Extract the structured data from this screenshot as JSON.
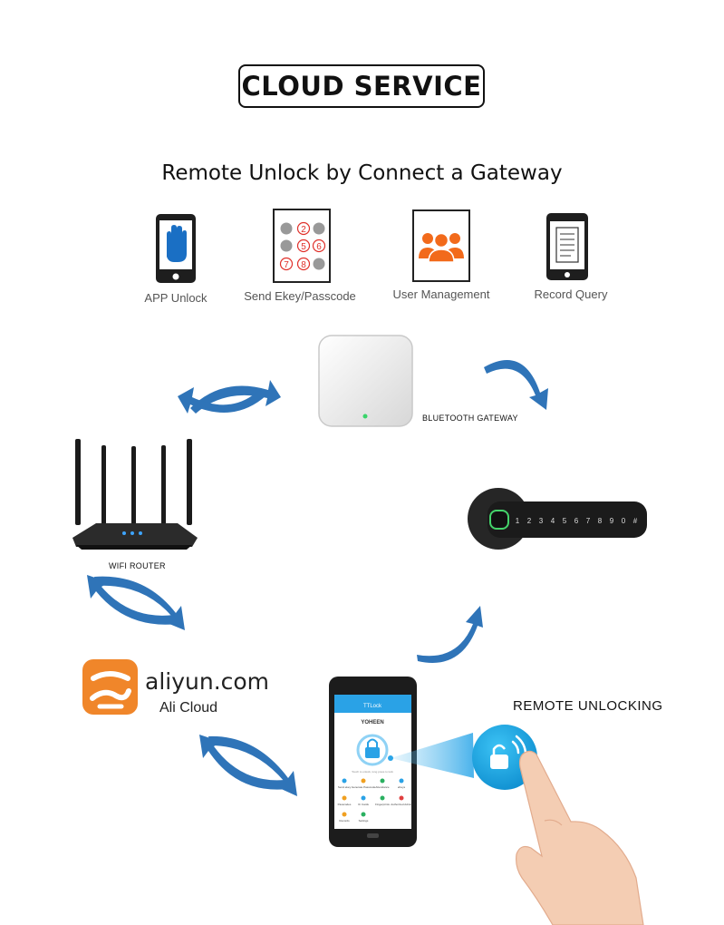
{
  "header": {
    "title": "CLOUD SERVICE",
    "subtitle": "Remote Unlock by Connect a Gateway"
  },
  "features": [
    {
      "label": "APP Unlock",
      "icon": "phone-hand-icon"
    },
    {
      "label": "Send Ekey/Passcode",
      "icon": "keypad-icon"
    },
    {
      "label": "User Management",
      "icon": "users-icon"
    },
    {
      "label": "Record Query",
      "icon": "phone-document-icon"
    }
  ],
  "keypad_digits": [
    "2",
    "5",
    "6",
    "7",
    "8"
  ],
  "gateway": {
    "label": "BLUETOOTH GATEWAY"
  },
  "router": {
    "label": "WIFI ROUTER"
  },
  "lock": {
    "digits": [
      "1",
      "2",
      "3",
      "4",
      "5",
      "6",
      "7",
      "8",
      "9",
      "0",
      "#"
    ]
  },
  "cloud": {
    "brand": "aliyun.com",
    "subtitle": "Ali Cloud"
  },
  "phone": {
    "app_title": "TTLock",
    "lock_name": "YOHEEN",
    "hint": "Touch to unlock, long press to lock",
    "menu": [
      "Send ekey",
      "Generate Passcode",
      "Attendance",
      "eKeys",
      "Passcodes",
      "IC Cards",
      "Fingerprints",
      "Authorized Admin",
      "Records",
      "Settings"
    ]
  },
  "remote": {
    "label": "REMOTE UNLOCKING"
  },
  "colors": {
    "arrow_blue": "#2f74b8",
    "ali_orange": "#f0862a",
    "user_orange": "#f26a1b",
    "badge_blue": "#1aa3e0"
  }
}
